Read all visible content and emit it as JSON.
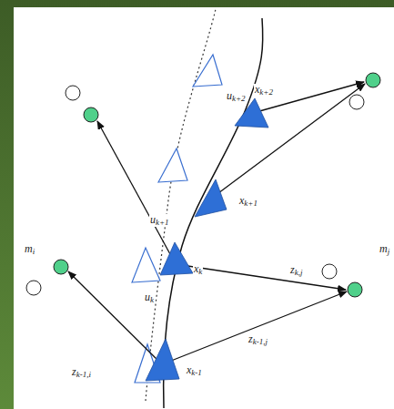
{
  "diagram": {
    "labels": [
      "xk-1",
      "xk",
      "xk+1",
      "xk+2",
      "uk",
      "uk+1",
      "uk+2",
      "mi",
      "mj",
      "zk-1,i",
      "zk-1,j",
      "zk,j"
    ]
  }
}
